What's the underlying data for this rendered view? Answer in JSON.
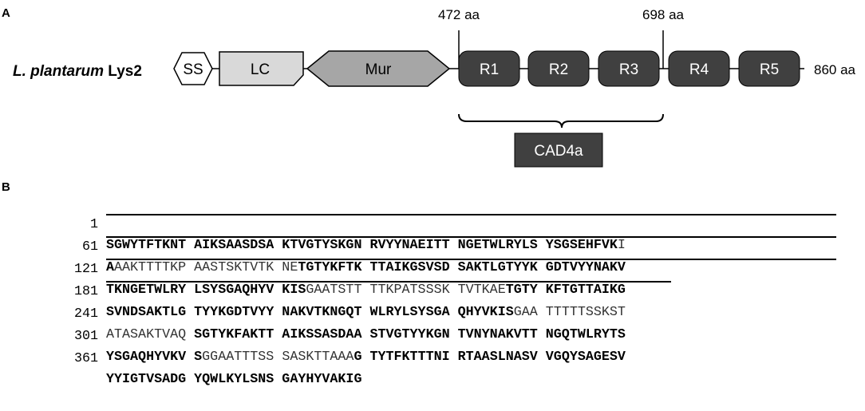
{
  "panel_a": {
    "letter": "A",
    "protein_label_italic": "L. plantarum",
    "protein_label_plain": " Lys2",
    "domains": {
      "ss": "SS",
      "lc": "LC",
      "mur": "Mur",
      "r1": "R1",
      "r2": "R2",
      "r3": "R3",
      "r4": "R4",
      "r5": "R5"
    },
    "markers": {
      "start": "472 aa",
      "mid": "698 aa",
      "end": "860 aa"
    },
    "construct": "CAD4a",
    "colors": {
      "ss_fill": "#ffffff",
      "lc_fill": "#d9d9d9",
      "mur_fill": "#a6a6a6",
      "repeat_fill": "#404040",
      "construct_fill": "#404040"
    }
  },
  "panel_b": {
    "letter": "B",
    "lines": [
      {
        "num": "1",
        "segments": [
          {
            "text": "SGWYTFTKNT AIKSAASDSA KTVGTYSKGN RVYYNAEITT NGETWLRYLS YSGSEHFVK",
            "bold": true
          },
          {
            "text": "I",
            "bold": false
          }
        ]
      },
      {
        "num": "61",
        "segments": [
          {
            "text": "A",
            "bold": true
          },
          {
            "text": "AAKTTTTKP AASTSKTVTK NE",
            "bold": false
          },
          {
            "text": "TGTYKFTK TTAIKGSVSD SAKTLGTYYK GDTVYYNAKV",
            "bold": true
          }
        ]
      },
      {
        "num": "121",
        "segments": [
          {
            "text": "TKNGETWLRY LSYSGAQHYV KIS",
            "bold": true
          },
          {
            "text": "GAATSTT TTKPATSSSK TVTKAE",
            "bold": false
          },
          {
            "text": "TGTY KFTGTTAIKG",
            "bold": true
          }
        ]
      },
      {
        "num": "181",
        "segments": [
          {
            "text": "SVNDSAKTLG TYYKGDTVYY NAKVTKNGQT WLRYLSYSGA QHYVKIS",
            "bold": true
          },
          {
            "text": "GAA TTTTTSSKST",
            "bold": false
          }
        ]
      },
      {
        "num": "241",
        "segments": [
          {
            "text": "ATASAKTVAQ ",
            "bold": false
          },
          {
            "text": "SGTYKFAKTT AIKSSASDAA STVGTYYKGN TVNYNAKVTT NGQTWLRYTS",
            "bold": true
          }
        ]
      },
      {
        "num": "301",
        "segments": [
          {
            "text": "YSGAQHYVKV S",
            "bold": true
          },
          {
            "text": "GGAATTTSS SASKTTAAA",
            "bold": false
          },
          {
            "text": "G TYTFKTTTNI RTAASLNASV VGQYSAGESV",
            "bold": true
          }
        ]
      },
      {
        "num": "361",
        "segments": [
          {
            "text": "YYIGTVSADG YQWLKYLSNS GAYHYVAKIG",
            "bold": true
          }
        ]
      }
    ]
  }
}
